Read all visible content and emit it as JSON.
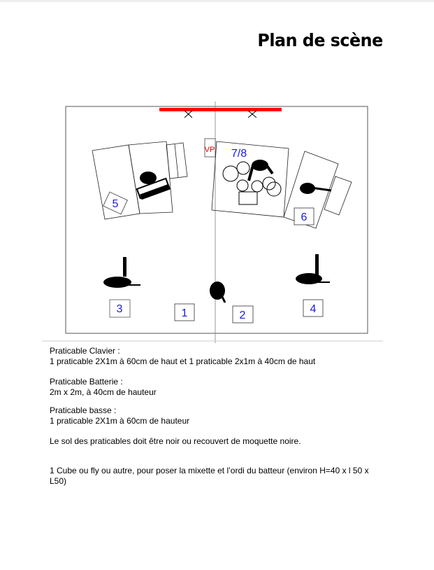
{
  "title": "Plan de scène",
  "plan": {
    "labels": {
      "vp": "VP",
      "drums": "7/8",
      "m1": "1",
      "m2": "2",
      "m3": "3",
      "m4": "4",
      "m5": "5",
      "m6": "6"
    },
    "colors": {
      "backline_bar": "#ff0000",
      "monitor_numbers": "#1a1adc",
      "vp": "#e00000"
    }
  },
  "sections": [
    {
      "heading": "Praticable Clavier :",
      "body": "1 praticable 2X1m à 60cm de haut et 1 praticable 2x1m à 40cm de haut"
    },
    {
      "heading": "Praticable Batterie :",
      "body": "2m x 2m, à 40cm de hauteur"
    },
    {
      "heading": "Praticable basse :",
      "body": "1 praticable 2X1m à 60cm de hauteur"
    }
  ],
  "floor_note": "Le sol des praticables doit être noir ou recouvert de moquette noire.",
  "cube_note": "1 Cube ou fly ou autre, pour poser la mixette et l’ordi du batteur (environ H=40 x l 50 x L50)"
}
